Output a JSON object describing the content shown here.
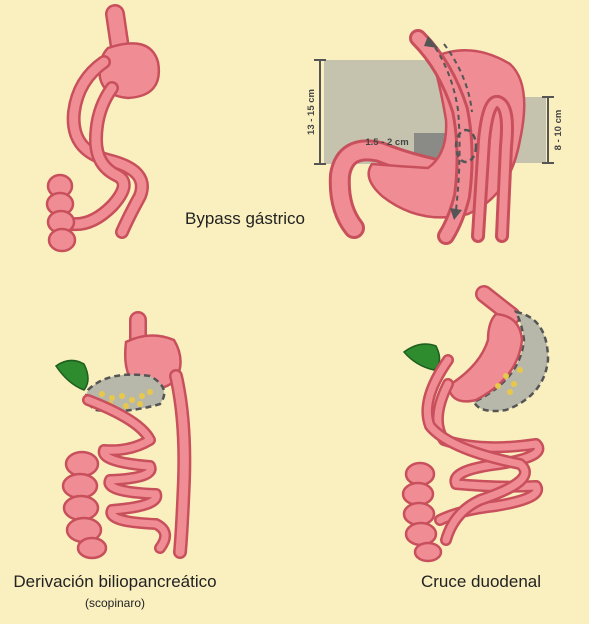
{
  "colors": {
    "background": "#faf0bf",
    "tissue": "#f08c94",
    "tissue_outline": "#c8505c",
    "gallbladder": "#2e8b2e",
    "pancreas": "#f0d060",
    "removed_area": "#b8b8aa",
    "measure_band": "#8a8a86"
  },
  "panels": {
    "bypass": {
      "label": "Bypass gástrico",
      "measures": {
        "vertical_long": "13 - 15 cm",
        "vertical_right": "8 - 10 cm",
        "horizontal": "1.5 - 2 cm"
      }
    },
    "biliopancreatic": {
      "label": "Derivación biliopancreático",
      "sublabel": "(scopinaro)"
    },
    "duodenal_switch": {
      "label": "Cruce duodenal"
    }
  }
}
